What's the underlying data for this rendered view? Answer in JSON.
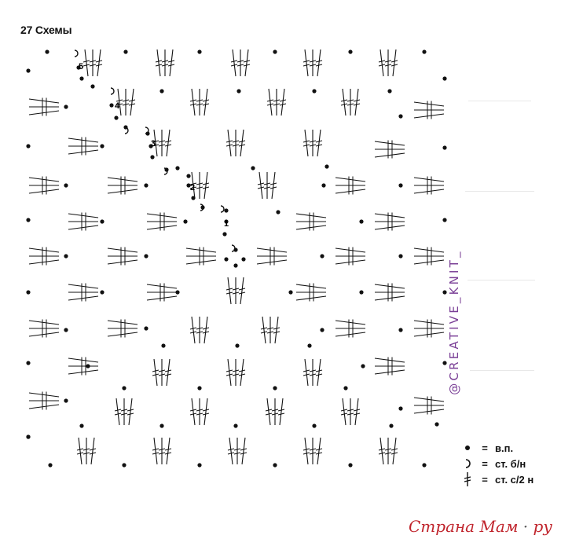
{
  "header": {
    "title": "27 Схемы"
  },
  "round_labels": [
    {
      "label": "5"
    },
    {
      "label": "4"
    },
    {
      "label": "3"
    },
    {
      "label": "2"
    },
    {
      "label": "1"
    }
  ],
  "watermark": "@CREATIVE_KNIT_",
  "legend": [
    {
      "symbol": "chain-dot-icon",
      "eq": "=",
      "text": "в.п."
    },
    {
      "symbol": "single-crochet-icon",
      "eq": "=",
      "text": "ст. б/н"
    },
    {
      "symbol": "half-double-crochet-icon",
      "eq": "=",
      "text": "ст. с/2 н"
    }
  ],
  "brand": {
    "main": "Страна Мам",
    "dot": " · ",
    "suffix": "ру"
  },
  "colors": {
    "ink": "#111111",
    "watermark": "#7a3f96",
    "brand": "#c0242c"
  }
}
